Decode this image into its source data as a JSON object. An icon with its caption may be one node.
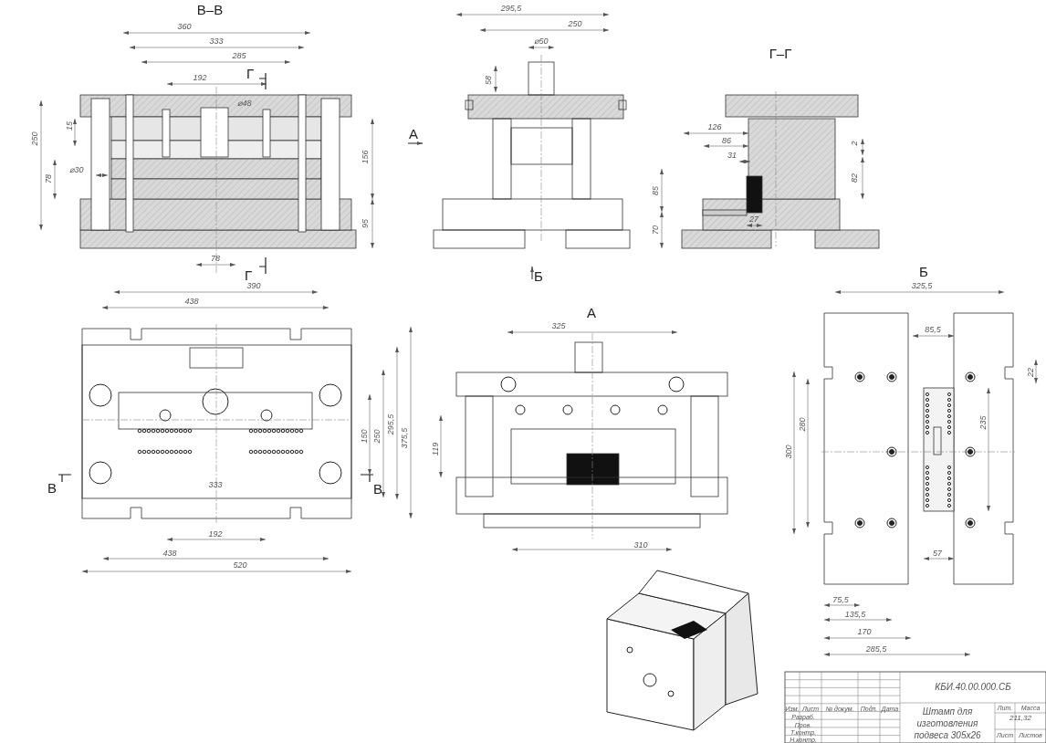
{
  "diagram": {
    "labels": [
      "В–В",
      "Г–Г",
      "А",
      "Б",
      "Б",
      "А",
      "В",
      "В",
      "Г",
      "Г",
      "360",
      "333",
      "285",
      "192",
      "⌀48",
      "250",
      "15",
      "78",
      "⌀30",
      "156",
      "95",
      "78",
      "390",
      "438",
      "295,5",
      "250",
      "⌀50",
      "58",
      "126",
      "86",
      "31",
      "85",
      "70",
      "27",
      "2",
      "82",
      "150",
      "250",
      "295,5",
      "375,5",
      "333",
      "192",
      "438",
      "520",
      "325",
      "119",
      "310",
      "325,5",
      "85,5",
      "22",
      "280",
      "300",
      "235",
      "57",
      "75,5",
      "135,5",
      "170",
      "285,5",
      "КБИ.40.00.000.СБ",
      "Изм.",
      "Лист",
      "№ докум.",
      "Подп.",
      "Дата",
      "Разраб.",
      "Пров.",
      "Т.контр.",
      "Н.контр.",
      "Штамп для изготовления подвеса 305х26",
      "Лит.",
      "Масса",
      "211,32",
      "Лист",
      "Листов"
    ]
  }
}
